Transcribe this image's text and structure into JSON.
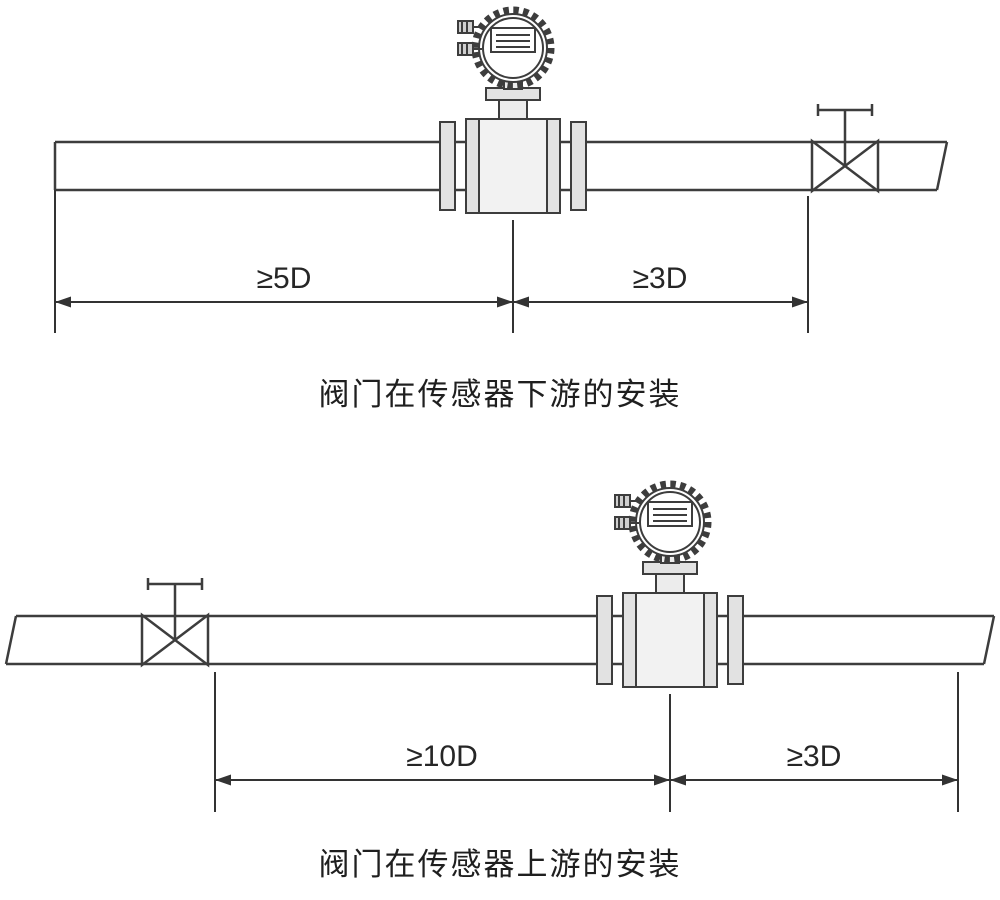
{
  "diagrams": [
    {
      "id": "valve-downstream",
      "dim_left": "≥5D",
      "dim_right": "≥3D",
      "caption": "阀门在传感器下游的安装"
    },
    {
      "id": "valve-upstream",
      "dim_left": "≥10D",
      "dim_right": "≥3D",
      "caption": "阀门在传感器上游的安装"
    }
  ],
  "components": {
    "flowmeter": "electromagnetic-flowmeter-sensor",
    "valve": "gate-valve-with-handle"
  },
  "colors": {
    "line": "#3d3d3d",
    "dim_line": "#333333",
    "fill_body": "#f2f2f2",
    "fill_flange": "#e2e2e2",
    "fill_gland": "#cfcfcf",
    "text": "#262626",
    "background": "#ffffff"
  }
}
